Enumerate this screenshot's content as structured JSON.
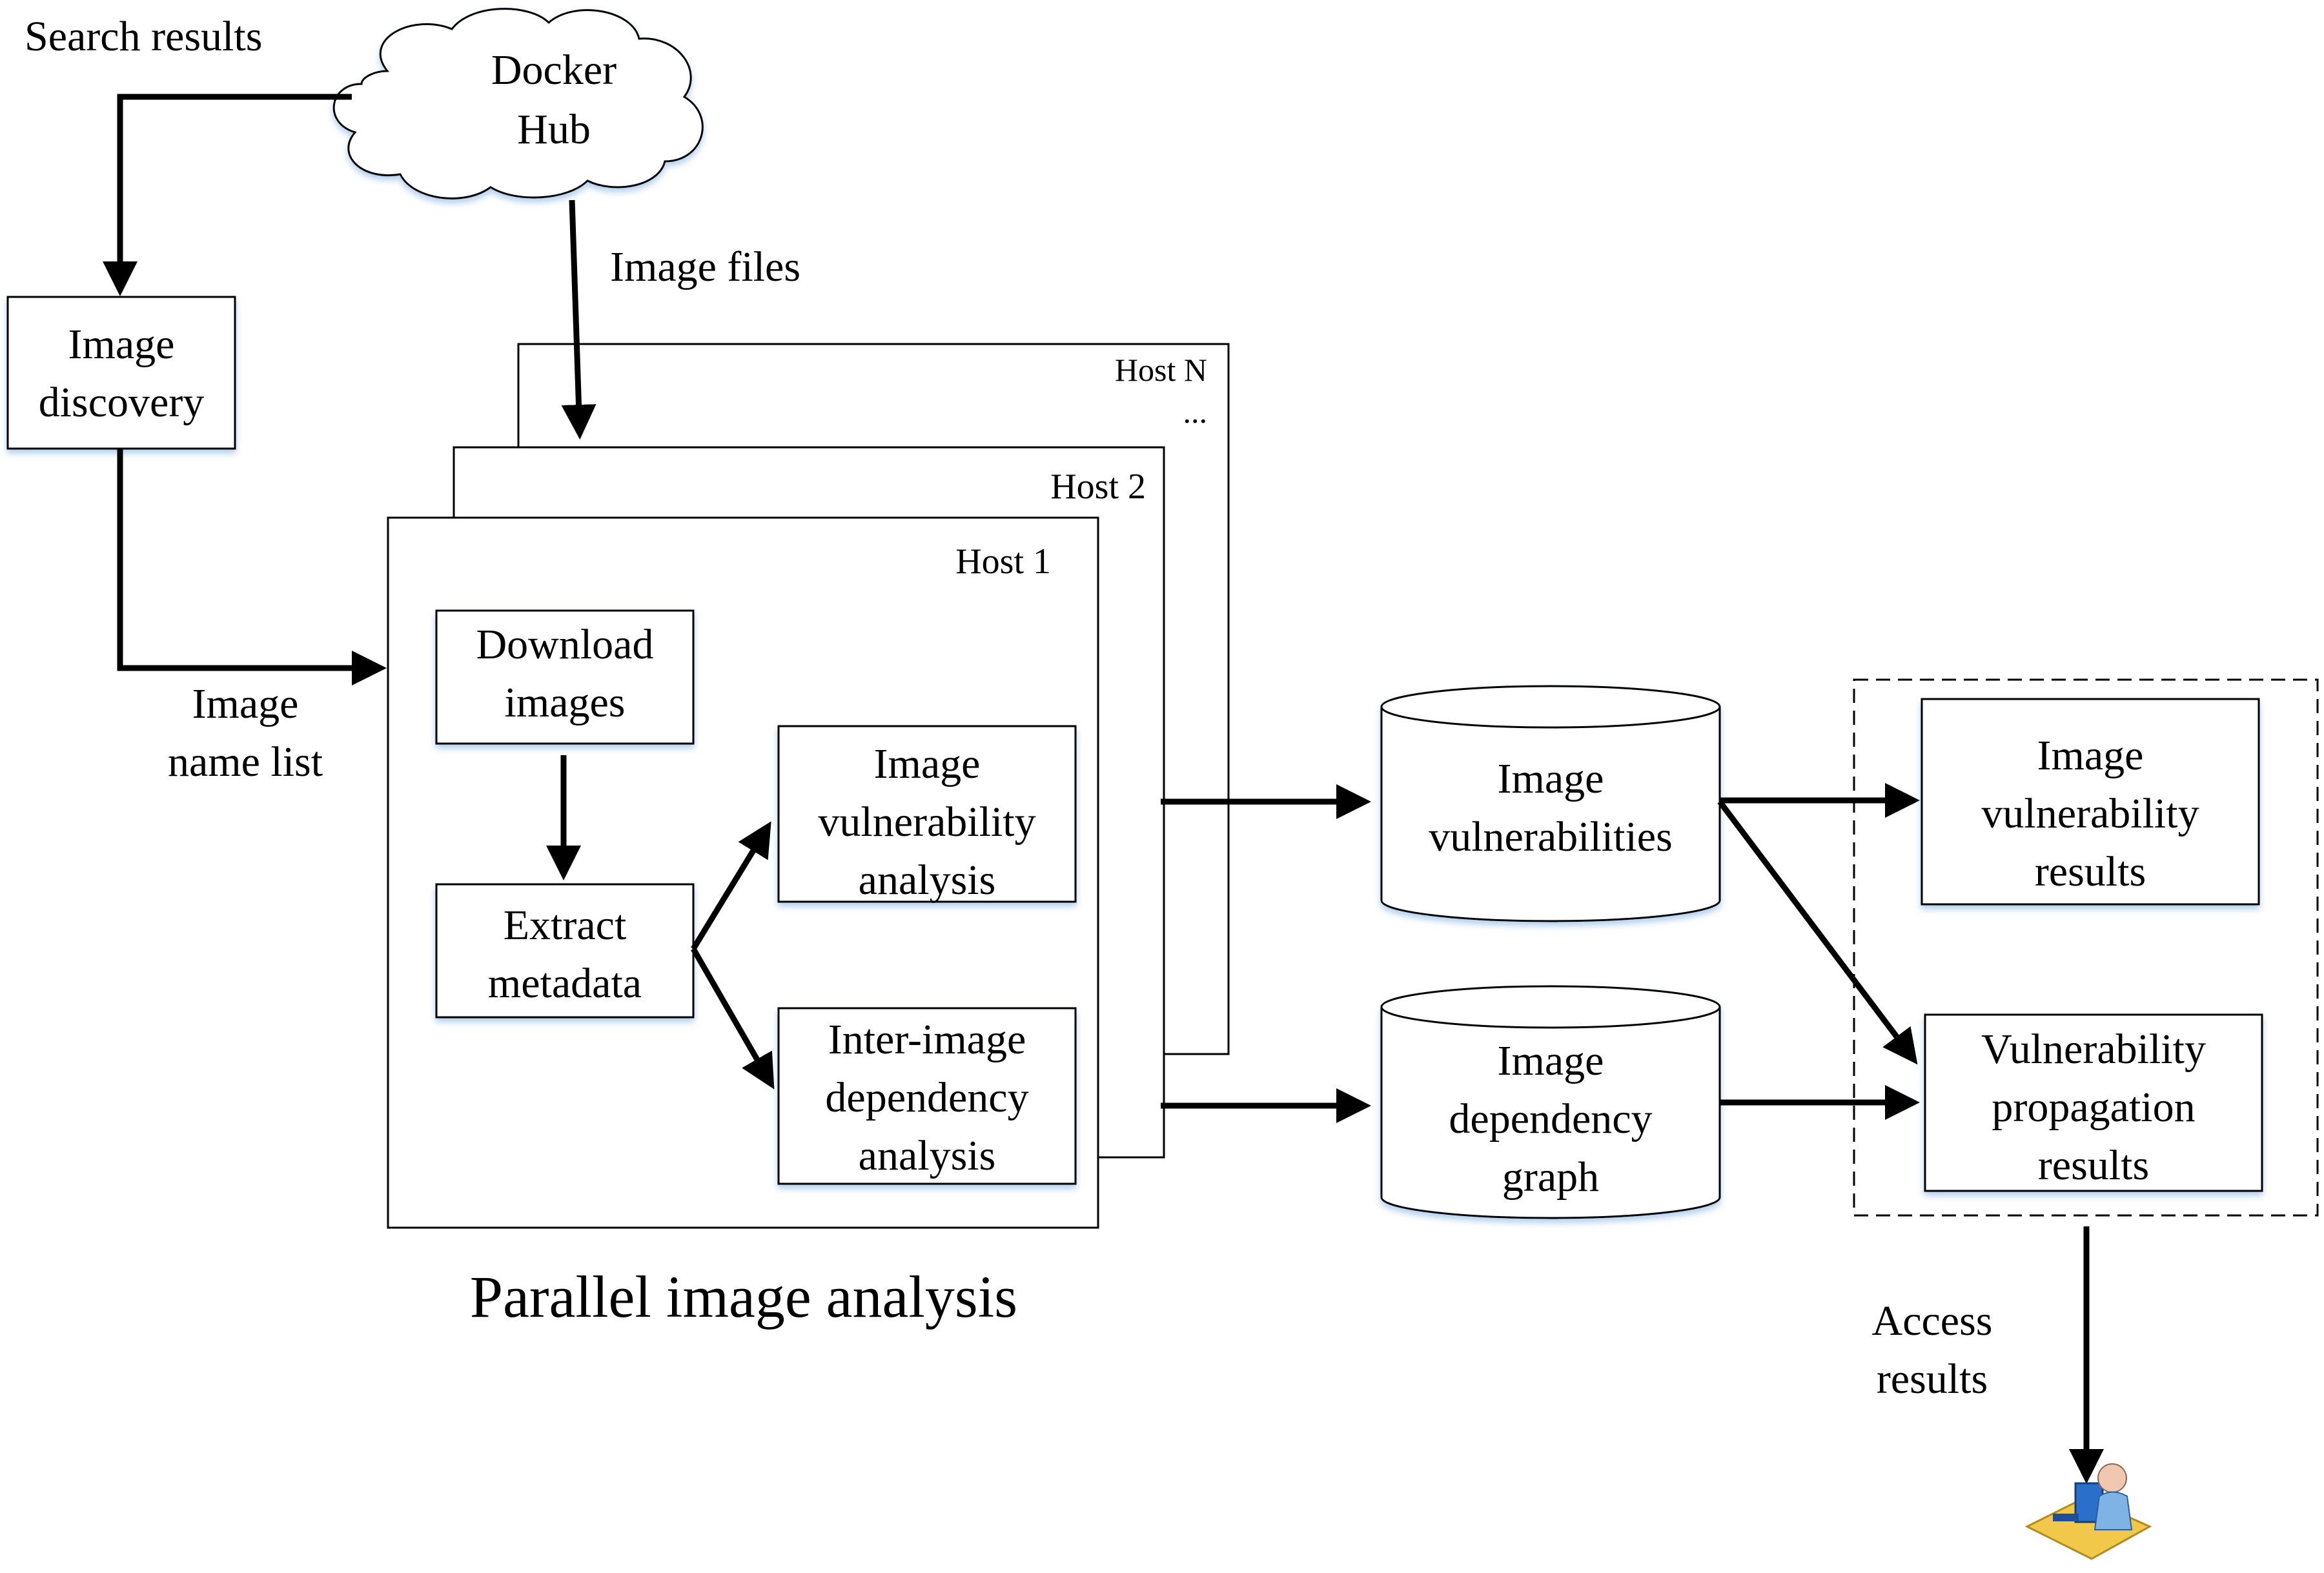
{
  "labels": {
    "search_results": "Search results",
    "cloud_line1": "Docker",
    "cloud_line2": "Hub",
    "image_files": "Image files",
    "discovery_line1": "Image",
    "discovery_line2": "discovery",
    "name_list_line1": "Image",
    "name_list_line2": "name list",
    "host_n": "Host N",
    "ellipsis": "...",
    "host_2": "Host 2",
    "host_1": "Host 1",
    "download_line1": "Download",
    "download_line2": "images",
    "extract_line1": "Extract",
    "extract_line2": "metadata",
    "vuln_analysis_line1": "Image",
    "vuln_analysis_line2": "vulnerability",
    "vuln_analysis_line3": "analysis",
    "dep_analysis_line1": "Inter-image",
    "dep_analysis_line2": "dependency",
    "dep_analysis_line3": "analysis",
    "parallel_title": "Parallel image analysis",
    "db_vuln_line1": "Image",
    "db_vuln_line2": "vulnerabilities",
    "db_dep_line1": "Image",
    "db_dep_line2": "dependency",
    "db_dep_line3": "graph",
    "res_vuln_line1": "Image",
    "res_vuln_line2": "vulnerability",
    "res_vuln_line3": "results",
    "res_prop_line1": "Vulnerability",
    "res_prop_line2": "propagation",
    "res_prop_line3": "results",
    "access_line1": "Access",
    "access_line2": "results"
  },
  "icons": {
    "user": "user-at-computer-icon",
    "cloud": "cloud-icon",
    "database": "database-icon"
  }
}
